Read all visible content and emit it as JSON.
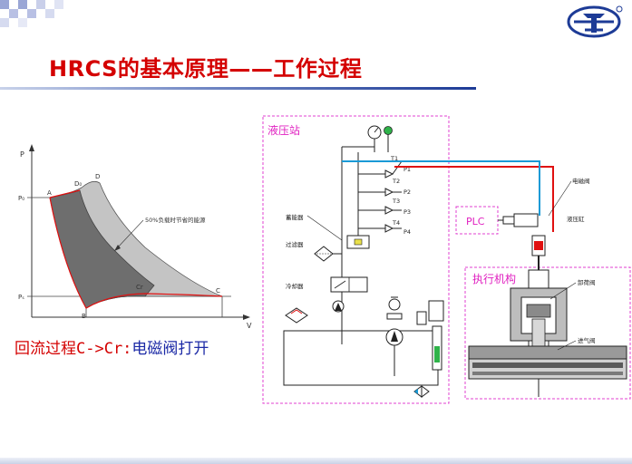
{
  "slide": {
    "title": "HRCS的基本原理——工作过程",
    "caption": {
      "red_part": "回流过程C->Cr:",
      "blue_part": "电磁阀打开"
    }
  },
  "pv_diagram": {
    "axis_p": "P",
    "axis_v": "V",
    "p_high": "P₀",
    "p_low": "Pₛ",
    "points": [
      "A",
      "D₀",
      "D",
      "Cr",
      "C",
      "B"
    ],
    "annotation": "50%负载时节省的能源"
  },
  "schematic": {
    "station_label": "液压站",
    "actuator_label": "执行机构",
    "plc_label": "PLC",
    "solenoid_label": "电磁阀",
    "cylinder_label": "液压缸",
    "port_labels": [
      "T1",
      "P1",
      "T2",
      "P2",
      "T3",
      "P3",
      "T4",
      "P4"
    ],
    "left_labels": [
      "蓄能器",
      "过滤器",
      "冷却器"
    ],
    "right_labels": [
      "卸荷阀",
      "进气阀"
    ]
  },
  "colors": {
    "title_red": "#d40000",
    "caption_blue": "#1c2aa6",
    "line_red": "#e01010",
    "line_blue": "#1a9ad6",
    "frame_magenta": "#e040d0"
  }
}
